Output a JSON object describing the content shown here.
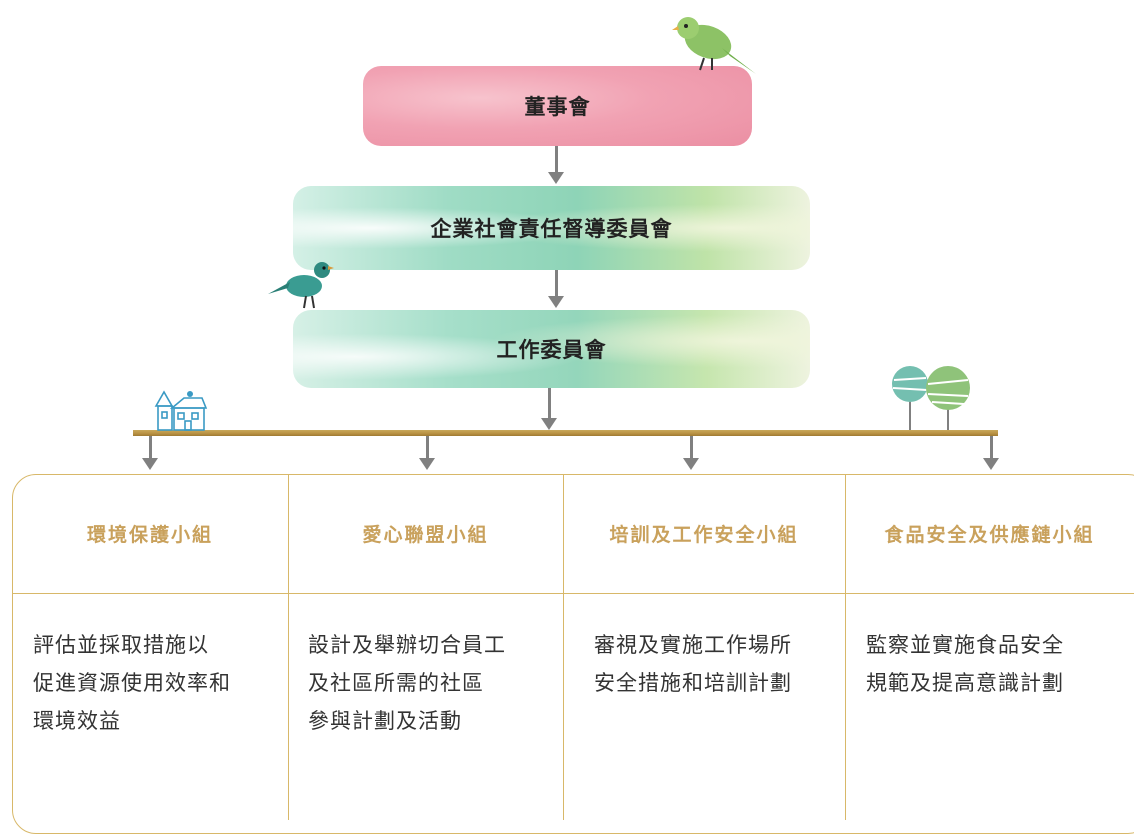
{
  "nodes": {
    "board": "董事會",
    "csr_committee": "企業社會責任督導委員會",
    "working_committee": "工作委員會"
  },
  "groups": [
    {
      "title": "環境保護小組",
      "desc": [
        "評估並採取措施以",
        "促進資源使用效率和",
        "環境效益"
      ]
    },
    {
      "title": "愛心聯盟小組",
      "desc": [
        "設計及舉辦切合員工",
        "及社區所需的社區",
        "參與計劃及活動"
      ]
    },
    {
      "title": "培訓及工作安全小組",
      "desc": [
        "審視及實施工作場所",
        "安全措施和培訓計劃"
      ]
    },
    {
      "title": "食品安全及供應鏈小組",
      "desc": [
        "監察並實施食品安全",
        "規範及提高意識計劃"
      ]
    }
  ],
  "colors": {
    "gold": "#c9a15c",
    "arrow": "#808080",
    "board": "#f1a2b3",
    "committee": "#9fdcc5"
  },
  "decorations": [
    "bird-icon",
    "house-icon",
    "tree-icon"
  ]
}
